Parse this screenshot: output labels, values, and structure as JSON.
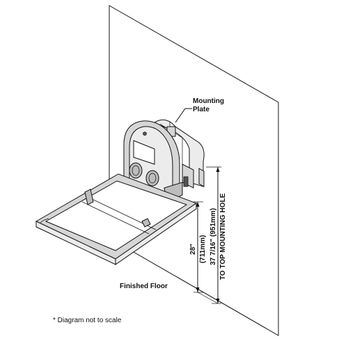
{
  "labels": {
    "mounting_plate_line1": "Mounting",
    "mounting_plate_line2": "Plate",
    "height_imperial": "28\"",
    "height_metric": "(711mm)",
    "hole_height": "37 7/16\" (951mm)",
    "hole_caption": "TO TOP MOUNTING HOLE",
    "floor": "Finished Floor",
    "scale_note": "* Diagram not to scale"
  }
}
